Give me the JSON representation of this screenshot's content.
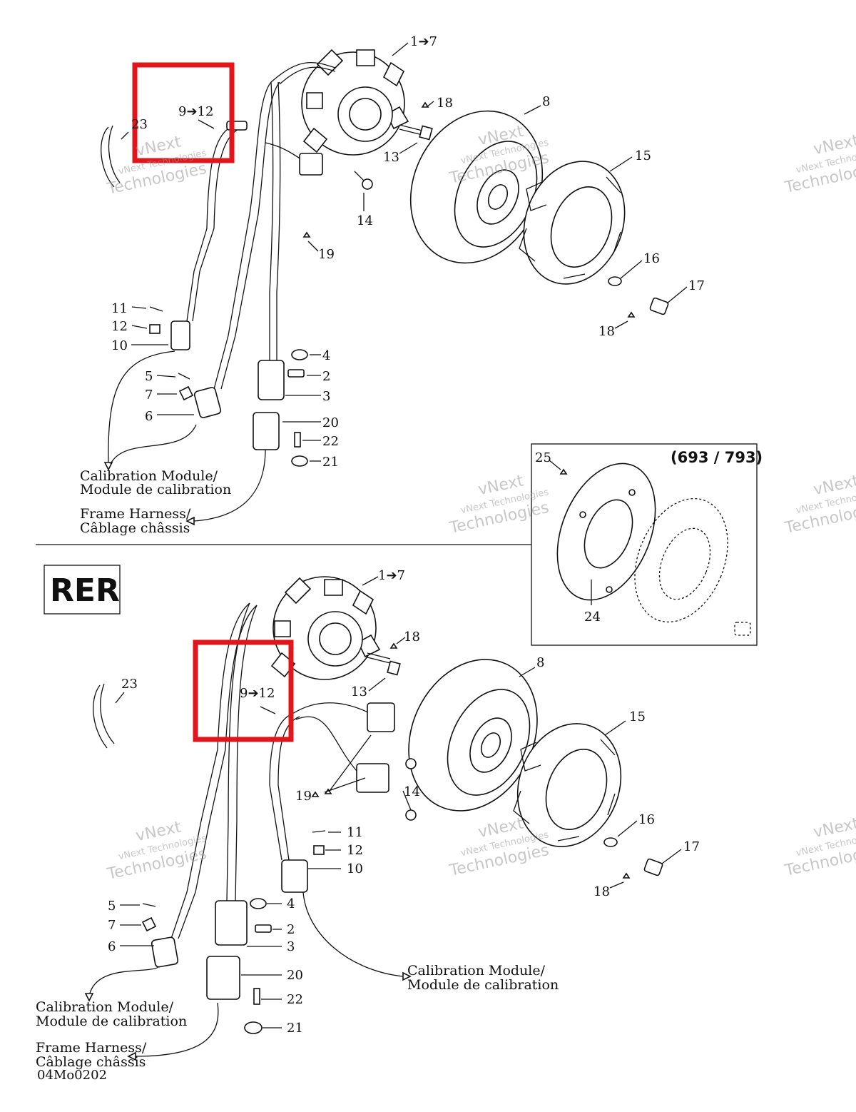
{
  "variant_label": "RER",
  "inset_label": "(693 / 793)",
  "doc_code": "04Mo0202",
  "watermark": {
    "line1": "vNext",
    "line2": "Technologies"
  },
  "highlight_label": "9➔12",
  "stator_label": "1➔7",
  "captions": {
    "calibration": [
      "Calibration Module/",
      "Module de calibration"
    ],
    "frame": [
      "Frame Harness/",
      "Câblage châssis"
    ]
  },
  "top_callouts": [
    "8",
    "13",
    "14",
    "15",
    "16",
    "17",
    "18",
    "18",
    "19",
    "23",
    "11",
    "12",
    "10",
    "5",
    "7",
    "6",
    "4",
    "2",
    "3",
    "20",
    "22",
    "21"
  ],
  "bottom_callouts": [
    "8",
    "13",
    "14",
    "15",
    "16",
    "17",
    "18",
    "18",
    "19",
    "23",
    "11",
    "12",
    "10",
    "5",
    "7",
    "6",
    "4",
    "2",
    "3",
    "20",
    "22",
    "21"
  ],
  "inset_callouts": [
    "25",
    "24"
  ],
  "colors": {
    "highlight": "#e0161c",
    "ink": "#111111",
    "watermark": "#9a9a9a"
  }
}
